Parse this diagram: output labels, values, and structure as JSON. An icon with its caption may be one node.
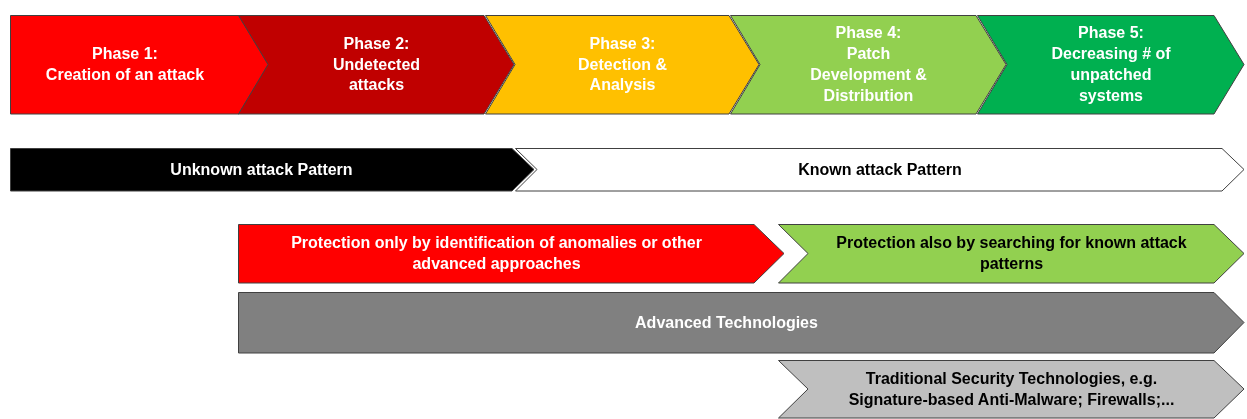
{
  "diagram": {
    "nodes": [
      {
        "text": [
          "Phase 1:",
          "Creation of an attack"
        ]
      },
      {
        "text": [
          "Phase 2:",
          "Undetected attacks"
        ]
      },
      {
        "text": [
          "Phase 3:",
          "Detection & Analysis"
        ]
      },
      {
        "text": [
          "Phase 4:",
          "Patch Development & Distribution"
        ]
      },
      {
        "text": [
          "Phase 5:",
          "Decreasing # of unpatched systems"
        ]
      },
      {
        "text": [
          "Unknown attack Pattern"
        ]
      },
      {
        "text": [
          "Known attack Pattern"
        ]
      },
      {
        "text": [
          "Protection only by identification of anomalies or other advanced approaches"
        ]
      },
      {
        "text": [
          "Protection also by searching for known attack patterns"
        ]
      },
      {
        "text": [
          "Advanced Technologies"
        ]
      },
      {
        "text": [
          "Traditional Security Technologies, e.g. Signature-based Anti-Malware; Firewalls;..."
        ]
      }
    ],
    "edges": []
  }
}
